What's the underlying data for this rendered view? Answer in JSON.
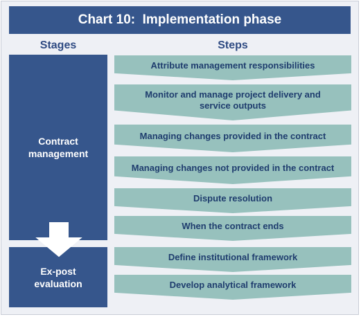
{
  "title": "Chart 10:  Implementation phase",
  "headers": {
    "stages": "Stages",
    "steps": "Steps"
  },
  "stages": [
    {
      "label": "Contract\nmanagement"
    },
    {
      "label": "Ex-post\nevaluation"
    }
  ],
  "steps": [
    {
      "label": "Attribute management responsibilities"
    },
    {
      "label": "Monitor and manage project delivery and\nservice outputs"
    },
    {
      "label": "Managing changes provided in the contract"
    },
    {
      "label": "Managing changes not provided in the contract"
    },
    {
      "label": "Dispute resolution"
    },
    {
      "label": "When the contract ends"
    },
    {
      "label": "Define institutional framework"
    },
    {
      "label": "Develop analytical framework"
    }
  ],
  "colors": {
    "header": "#36568c",
    "step_fill": "#97c1bd",
    "step_text": "#1f3d6e",
    "heading_text": "#2e4a82",
    "background": "#eef0f5"
  },
  "icons": {
    "stage_transition": "down-arrow-icon"
  }
}
